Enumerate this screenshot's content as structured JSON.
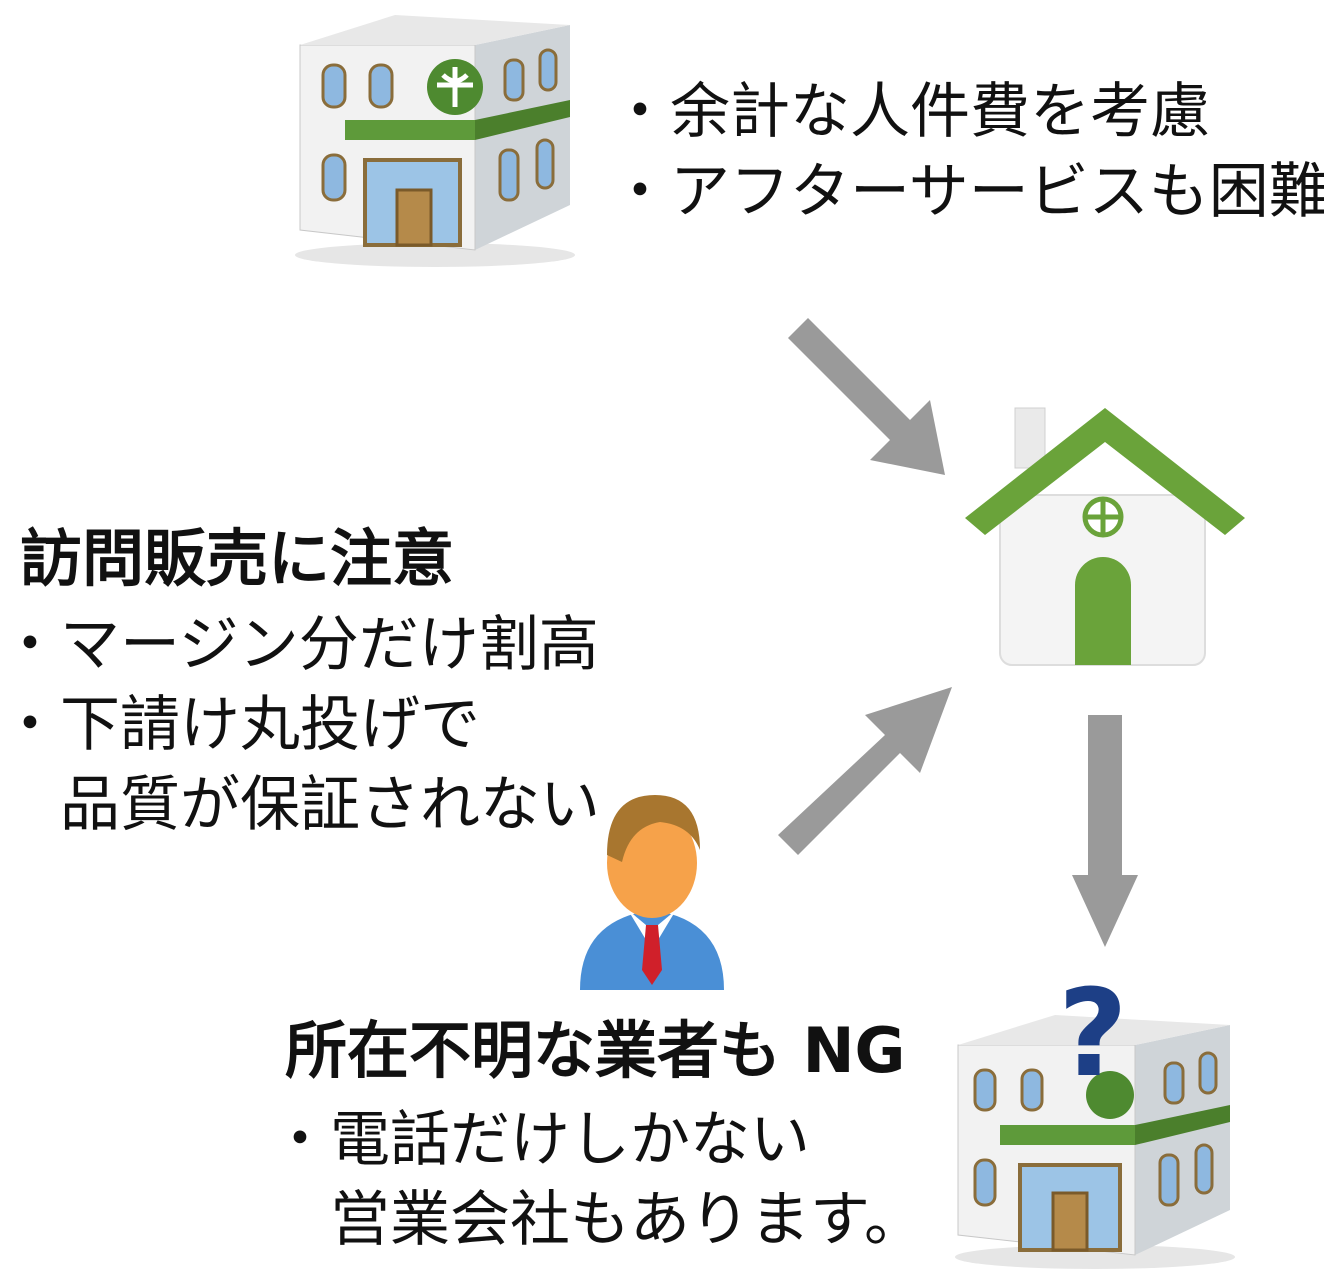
{
  "top_notes": {
    "line1": "・余計な人件費を考慮",
    "line2": "・アフターサービスも困難"
  },
  "door_to_door": {
    "heading": "訪問販売に注意",
    "line1": "・マージン分だけ割高",
    "line2": "・下請け丸投げで",
    "line3": "品質が保証されない"
  },
  "unknown_vendor": {
    "heading": "所在不明な業者も NG",
    "line1": "・電話だけしかない",
    "line2": "営業会社もあります。"
  },
  "icons": {
    "store_top": "store-building-icon",
    "home": "house-icon",
    "salesman": "salesman-icon",
    "store_unknown": "store-with-question-icon",
    "question_mark": "?"
  },
  "colors": {
    "arrow": "#9a9a9a",
    "roof_green": "#6aa33a",
    "tie_red": "#d0202a",
    "suit_blue": "#4a8fd6",
    "question_navy": "#1d3f86"
  }
}
